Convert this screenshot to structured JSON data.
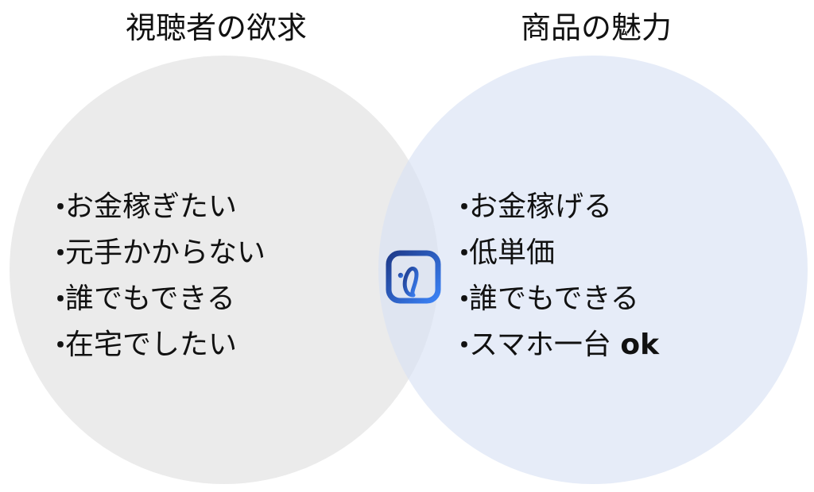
{
  "left": {
    "title": "視聴者の欲求",
    "bullet": "・",
    "items": [
      "お金稼ぎたい",
      "元手かからない",
      "誰でもできる",
      "在宅でしたい"
    ]
  },
  "right": {
    "title": "商品の魅力",
    "bullet": "・",
    "items": [
      "お金稼げる",
      "低単価",
      "誰でもできる",
      "スマホ一台"
    ],
    "last_item_emphasis": "ok"
  },
  "center": {
    "logo_icon": "loop-logo-icon"
  },
  "colors": {
    "left_circle": "#e4e4e4",
    "right_circle": "#d9e2f5",
    "logo_dark": "#1e3a8a",
    "logo_light": "#3b82f6",
    "text": "#111111"
  }
}
